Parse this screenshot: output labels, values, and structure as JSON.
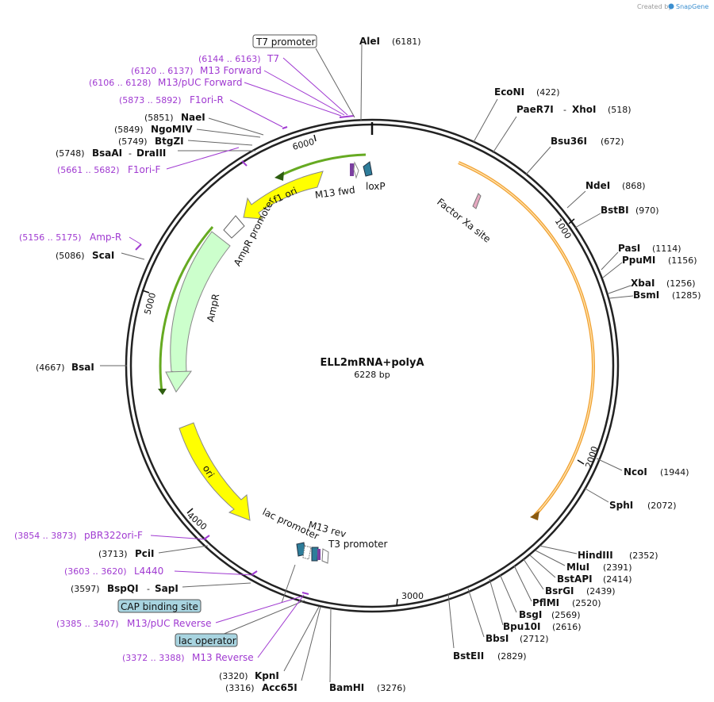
{
  "credit": {
    "text": "Created by",
    "brand": "SnapGene"
  },
  "plasmid": {
    "name": "ELL2mRNA+polyA",
    "size_label": "6228 bp"
  },
  "ticks": [
    "1000",
    "2000",
    "3000",
    "4000",
    "5000",
    "6000"
  ],
  "sites": [
    {
      "name": "AleI",
      "pos": "(6181)"
    },
    {
      "name": "EcoNI",
      "pos": "(422)"
    },
    {
      "name": "PaeR7I",
      "name2": "XhoI",
      "pos": "(518)"
    },
    {
      "name": "Bsu36I",
      "pos": "(672)"
    },
    {
      "name": "NdeI",
      "pos": "(868)"
    },
    {
      "name": "BstBI",
      "pos": "(970)"
    },
    {
      "name": "PasI",
      "pos": "(1114)"
    },
    {
      "name": "PpuMI",
      "pos": "(1156)"
    },
    {
      "name": "XbaI",
      "pos": "(1256)"
    },
    {
      "name": "BsmI",
      "pos": "(1285)"
    },
    {
      "name": "NcoI",
      "pos": "(1944)"
    },
    {
      "name": "SphI",
      "pos": "(2072)"
    },
    {
      "name": "HindIII",
      "pos": "(2352)"
    },
    {
      "name": "MluI",
      "pos": "(2391)"
    },
    {
      "name": "BstAPI",
      "pos": "(2414)"
    },
    {
      "name": "BsrGI",
      "pos": "(2439)"
    },
    {
      "name": "PflMI",
      "pos": "(2520)"
    },
    {
      "name": "BsgI",
      "pos": "(2569)"
    },
    {
      "name": "Bpu10I",
      "pos": "(2616)"
    },
    {
      "name": "BbsI",
      "pos": "(2712)"
    },
    {
      "name": "BstEII",
      "pos": "(2829)"
    },
    {
      "name": "BamHI",
      "pos": "(3276)"
    },
    {
      "name": "Acc65I",
      "pos": "(3316)"
    },
    {
      "name": "KpnI",
      "pos": "(3320)"
    },
    {
      "name": "BspQI",
      "name2": "SapI",
      "pos": "(3597)"
    },
    {
      "name": "PciI",
      "pos": "(3713)"
    },
    {
      "name": "BsaI",
      "pos": "(4667)"
    },
    {
      "name": "ScaI",
      "pos": "(5086)"
    },
    {
      "name": "BsaAI",
      "name2": "DraIII",
      "pos": "(5748)"
    },
    {
      "name": "BtgZI",
      "pos": "(5749)"
    },
    {
      "name": "NgoMIV",
      "pos": "(5849)"
    },
    {
      "name": "NaeI",
      "pos": "(5851)"
    }
  ],
  "primers": [
    {
      "name": "T7",
      "range": "(6144 .. 6163)"
    },
    {
      "name": "M13 Forward",
      "range": "(6120 .. 6137)"
    },
    {
      "name": "M13/pUC Forward",
      "range": "(6106 .. 6128)"
    },
    {
      "name": "F1ori-R",
      "range": "(5873 .. 5892)"
    },
    {
      "name": "F1ori-F",
      "range": "(5661 .. 5682)"
    },
    {
      "name": "Amp-R",
      "range": "(5156 .. 5175)"
    },
    {
      "name": "pBR322ori-F",
      "range": "(3854 .. 3873)"
    },
    {
      "name": "L4440",
      "range": "(3603 .. 3620)"
    },
    {
      "name": "M13/pUC Reverse",
      "range": "(3385 .. 3407)"
    },
    {
      "name": "M13 Reverse",
      "range": "(3372 .. 3388)"
    }
  ],
  "boxed_features": [
    "T7 promoter",
    "CAP binding site",
    "lac operator"
  ],
  "features": {
    "f1ori": "f1 ori",
    "ampr_promoter": "AmpR promoter",
    "ampr": "AmpR",
    "ori": "ori",
    "m13fwd": "M13 fwd",
    "loxp": "loxP",
    "factor_xa": "Factor Xa site",
    "lac_promoter": "lac promoter",
    "m13rev": "M13 rev",
    "t3promoter": "T3 promoter"
  },
  "colors": {
    "backbone": "#222222",
    "primer": "#a03ad1",
    "f1ori_fill": "#ffff00",
    "ori_fill": "#ffff00",
    "ampr_fill": "#ccffcc",
    "orf_outline": "#f0a030",
    "green_outline": "#66aa22",
    "loxp_fill": "#2e7d9a",
    "box_fill": "#a8d4e0"
  }
}
